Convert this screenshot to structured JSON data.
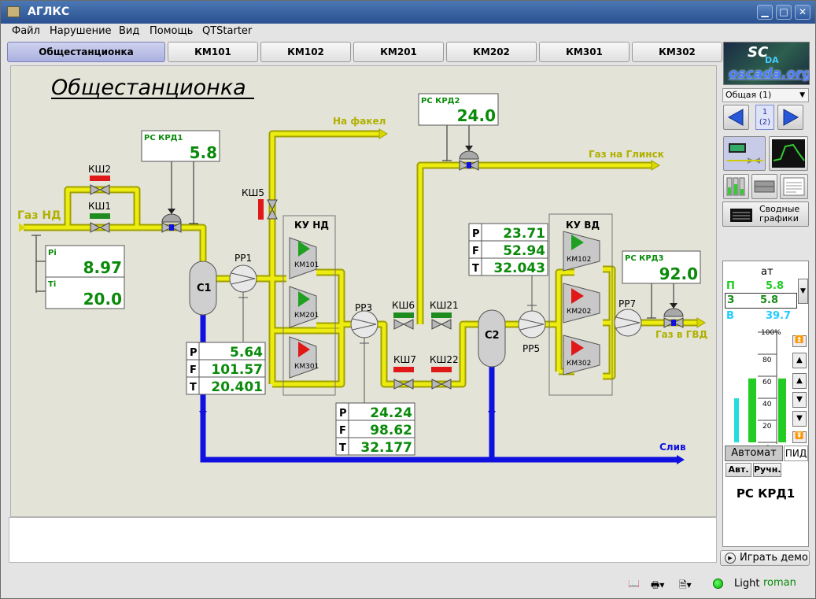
{
  "window": {
    "title": "АГЛКС"
  },
  "menu": [
    "Файл",
    "Нарушение",
    "Вид",
    "Помощь",
    "QTStarter"
  ],
  "tabs": [
    "Общестанционка",
    "КМ101",
    "КМ102",
    "КМ201",
    "КМ202",
    "КМ301",
    "КМ302"
  ],
  "scheme": {
    "title": "Общестанционка",
    "flow_labels": {
      "gas_nd": "Газ НД",
      "flare": "На факел",
      "glinsk": "Газ на Глинск",
      "gvd": "Газ в ГВД",
      "drain": "Слив"
    },
    "groups": {
      "ku_nd": "КУ НД",
      "ku_vd": "КУ ВД"
    },
    "valves": {
      "ksh1": "КШ1",
      "ksh2": "КШ2",
      "ksh5": "КШ5",
      "ksh6": "КШ6",
      "ksh7": "КШ7",
      "ksh21": "КШ21",
      "ksh22": "КШ22"
    },
    "units": {
      "c1": "C1",
      "c2": "C2",
      "pp1": "PP1",
      "pp3": "PP3",
      "pp5": "PP5",
      "pp7": "PP7"
    },
    "compressors": {
      "km101": "КМ101",
      "km201": "КМ201",
      "km301": "КМ301",
      "km102": "КМ102",
      "km202": "КМ202",
      "km302": "КМ302"
    },
    "regulators": {
      "krd1": {
        "label": "РС КРД1",
        "value": "5.8"
      },
      "krd2": {
        "label": "РС КРД2",
        "value": "24.0"
      },
      "krd3": {
        "label": "РС КРД3",
        "value": "92.0"
      }
    },
    "inlet": {
      "pi_label": "Pi",
      "pi": "8.97",
      "ti_label": "Ti",
      "ti": "20.0"
    },
    "pft1": {
      "p_label": "P",
      "p": "5.64",
      "f_label": "F",
      "f": "101.57",
      "t_label": "T",
      "t": "20.401"
    },
    "pft2": {
      "p_label": "P",
      "p": "24.24",
      "f_label": "F",
      "f": "98.62",
      "t_label": "T",
      "t": "32.177"
    },
    "pft3": {
      "p_label": "P",
      "p": "23.71",
      "f_label": "F",
      "f": "52.94",
      "t_label": "T",
      "t": "32.043"
    }
  },
  "right_panel": {
    "logo_top": "SC",
    "logo_sub": "DA",
    "logo_url": "oscada.org",
    "view_select": "Общая (1)",
    "page": {
      "number": "1",
      "total": "(2)"
    },
    "summary_graphs": "Сводные графики",
    "controller": {
      "unit": "ат",
      "p_label": "П",
      "p_value": "5.8",
      "z_label": "З",
      "z_value": "5.8",
      "v_label": "В",
      "v_value": "39.7",
      "scale": [
        "100%",
        "80",
        "60",
        "40",
        "20",
        "0"
      ],
      "bar_levels": [
        0.4,
        0.58,
        0.58
      ],
      "mode_auto": "Автомат",
      "mode_pid": "ПИД",
      "btn_auto": "Авт.",
      "btn_manual": "Ручн.",
      "name": "РС КРД1"
    },
    "demo_button": "Играть демо"
  },
  "status": {
    "user_mode": "Light",
    "user": "roman"
  },
  "colors": {
    "pipe_yellow": "#e8e800",
    "pipe_blue": "#0000e0",
    "value_green": "#0a8a0a",
    "alarm_red": "#e01818",
    "ok_green": "#1e8c1e"
  }
}
